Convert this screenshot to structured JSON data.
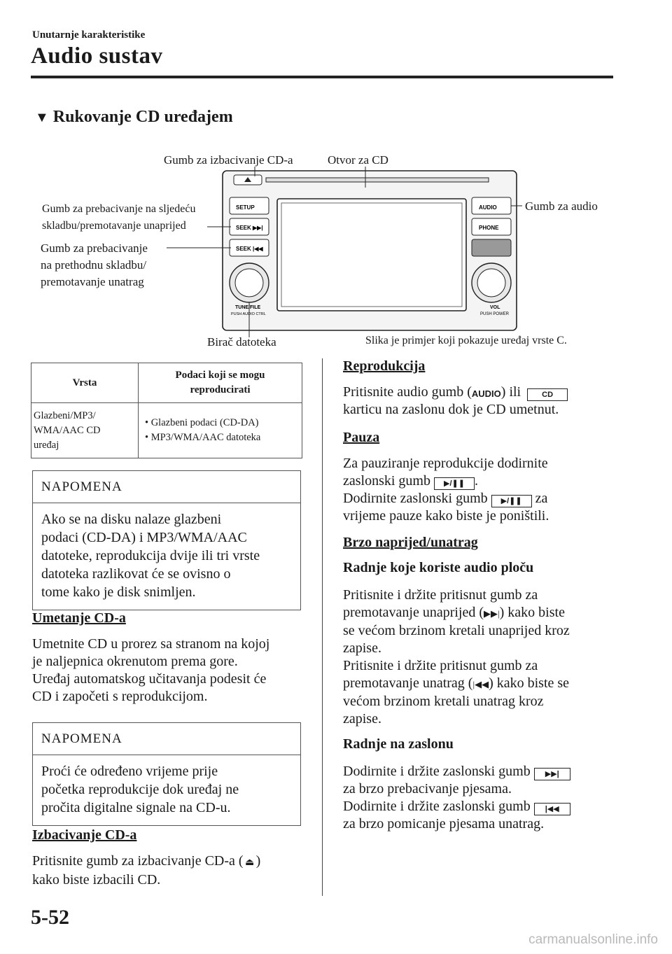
{
  "header": {
    "section": "Unutarnje karakteristike",
    "title": "Audio sustav"
  },
  "subsection_title": "Rukovanje CD uređajem",
  "figure": {
    "labels": {
      "eject": "Gumb za izbacivanje CD-a",
      "slot": "Otvor za CD",
      "next_line1": "Gumb za prebacivanje na sljedeću",
      "next_line2": "skladbu/premotavanje unaprijed",
      "audio": "Gumb za audio",
      "prev_line1": "Gumb za prebacivanje",
      "prev_line2": "na prethodnu skladbu/",
      "prev_line3": "premotavanje unatrag",
      "file": "Birač datoteka"
    },
    "caption": "Slika je primjer koji pokazuje uređaj vrste C.",
    "buttons": {
      "setup": "SETUP",
      "seek_next": "SEEK ▶▶|",
      "seek_prev": "SEEK |◀◀",
      "audio": "AUDIO",
      "phone": "PHONE",
      "tune_line1": "TUNE/FILE",
      "tune_line2": "PUSH AUDIO CTRL",
      "vol_line1": "VOL",
      "vol_line2": "PUSH POWER"
    }
  },
  "table": {
    "col1_header": "Vrsta",
    "col2_header_line1": "Podaci koji se mogu",
    "col2_header_line2": "reproducirati",
    "row_type_line1": "Glazbeni/MP3/",
    "row_type_line2": "WMA/AAC CD",
    "row_type_line3": "uređaj",
    "row_data_1": "Glazbeni podaci (CD-DA)",
    "row_data_2": "MP3/WMA/AAC datoteka"
  },
  "note1": {
    "heading": "NAPOMENA",
    "lines": [
      "Ako se na disku nalaze glazbeni",
      "podaci (CD-DA) i MP3/WMA/AAC",
      "datoteke, reprodukcija dvije ili tri vrste",
      "datoteka razlikovat će se ovisno o",
      "tome kako je disk snimljen."
    ]
  },
  "insert": {
    "heading": "Umetanje CD-a",
    "lines": [
      "Umetnite CD u prorez sa stranom na kojoj",
      "je naljepnica okrenutom prema gore.",
      "Uređaj automatskog učitavanja podesit će",
      "CD i započeti s reprodukcijom."
    ]
  },
  "note2": {
    "heading": "NAPOMENA",
    "lines": [
      "Proći će određeno vrijeme prije",
      "početka reprodukcije dok uređaj ne",
      "pročita digitalne signale na CD-u."
    ]
  },
  "eject": {
    "heading": "Izbacivanje CD-a",
    "line1_a": "Pritisnite gumb za izbacivanje CD-a (",
    "line1_b": ")",
    "line2": "kako biste izbacili CD."
  },
  "play": {
    "heading": "Reprodukcija",
    "line1_a": "Pritisnite audio gumb (",
    "audio_icon": "AUDIO",
    "line1_b": ") ili",
    "cd_icon": "CD",
    "line2": "karticu na zaslonu dok je CD umetnut."
  },
  "pause": {
    "heading": "Pauza",
    "line1": "Za pauziranje reprodukcije dodirnite",
    "line2_a": "zaslonski gumb",
    "line2_b": ".",
    "line3_a": "Dodirnite zaslonski gumb",
    "line3_b": "za",
    "line4": "vrijeme pauze kako biste je poništili."
  },
  "ff": {
    "heading": "Brzo naprijed/unatrag",
    "panel_heading": "Radnje koje koriste audio ploču",
    "p1": "Pritisnite i držite pritisnut gumb za",
    "p2_a": "premotavanje unaprijed (",
    "p2_b": ") kako biste",
    "p3": "se većom brzinom kretali unaprijed kroz",
    "p4": "zapise.",
    "p5": "Pritisnite i držite pritisnut gumb za",
    "p6_a": "premotavanje unatrag (",
    "p6_b": ") kako biste se",
    "p7": "većom brzinom kretali unatrag kroz",
    "p8": "zapise.",
    "screen_heading": "Radnje na zaslonu",
    "s1": "Dodirnite i držite zaslonski gumb",
    "s2": "za brzo prebacivanje pjesama.",
    "s3": "Dodirnite i držite zaslonski gumb",
    "s4": "za brzo pomicanje pjesama unatrag."
  },
  "page_number": "5-52",
  "watermark": "carmanualsonline.info"
}
